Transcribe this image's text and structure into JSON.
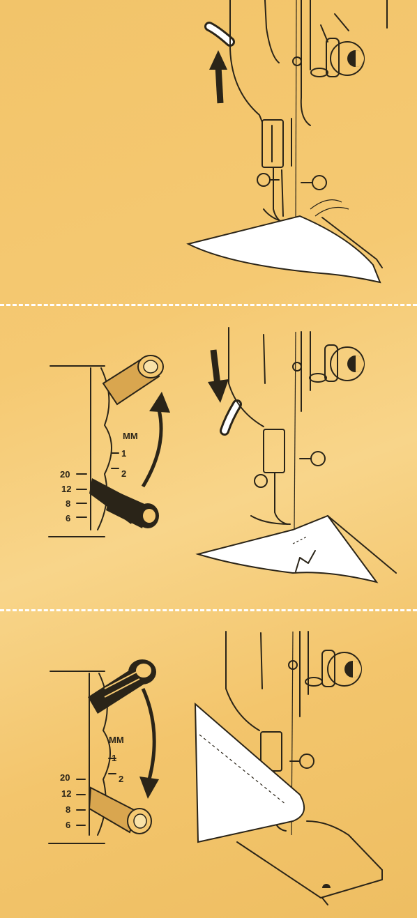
{
  "panels": [
    {
      "id": "step-1",
      "arrow_direction": "up"
    },
    {
      "id": "step-2",
      "arrow_direction": "down",
      "lever_arrow": "up",
      "scale": {
        "unit": "MM",
        "right_ticks": [
          "1",
          "2"
        ],
        "left_ticks": [
          "20",
          "12",
          "8",
          "6"
        ]
      }
    },
    {
      "id": "step-3",
      "lever_arrow": "down",
      "scale": {
        "unit": "MM",
        "right_ticks": [
          "1",
          "2"
        ],
        "left_ticks": [
          "20",
          "12",
          "8",
          "6"
        ]
      }
    }
  ],
  "colors": {
    "background": "#f5c972",
    "ink": "#2a2418",
    "fabric": "#ffffff",
    "divider": "#ffffff"
  }
}
